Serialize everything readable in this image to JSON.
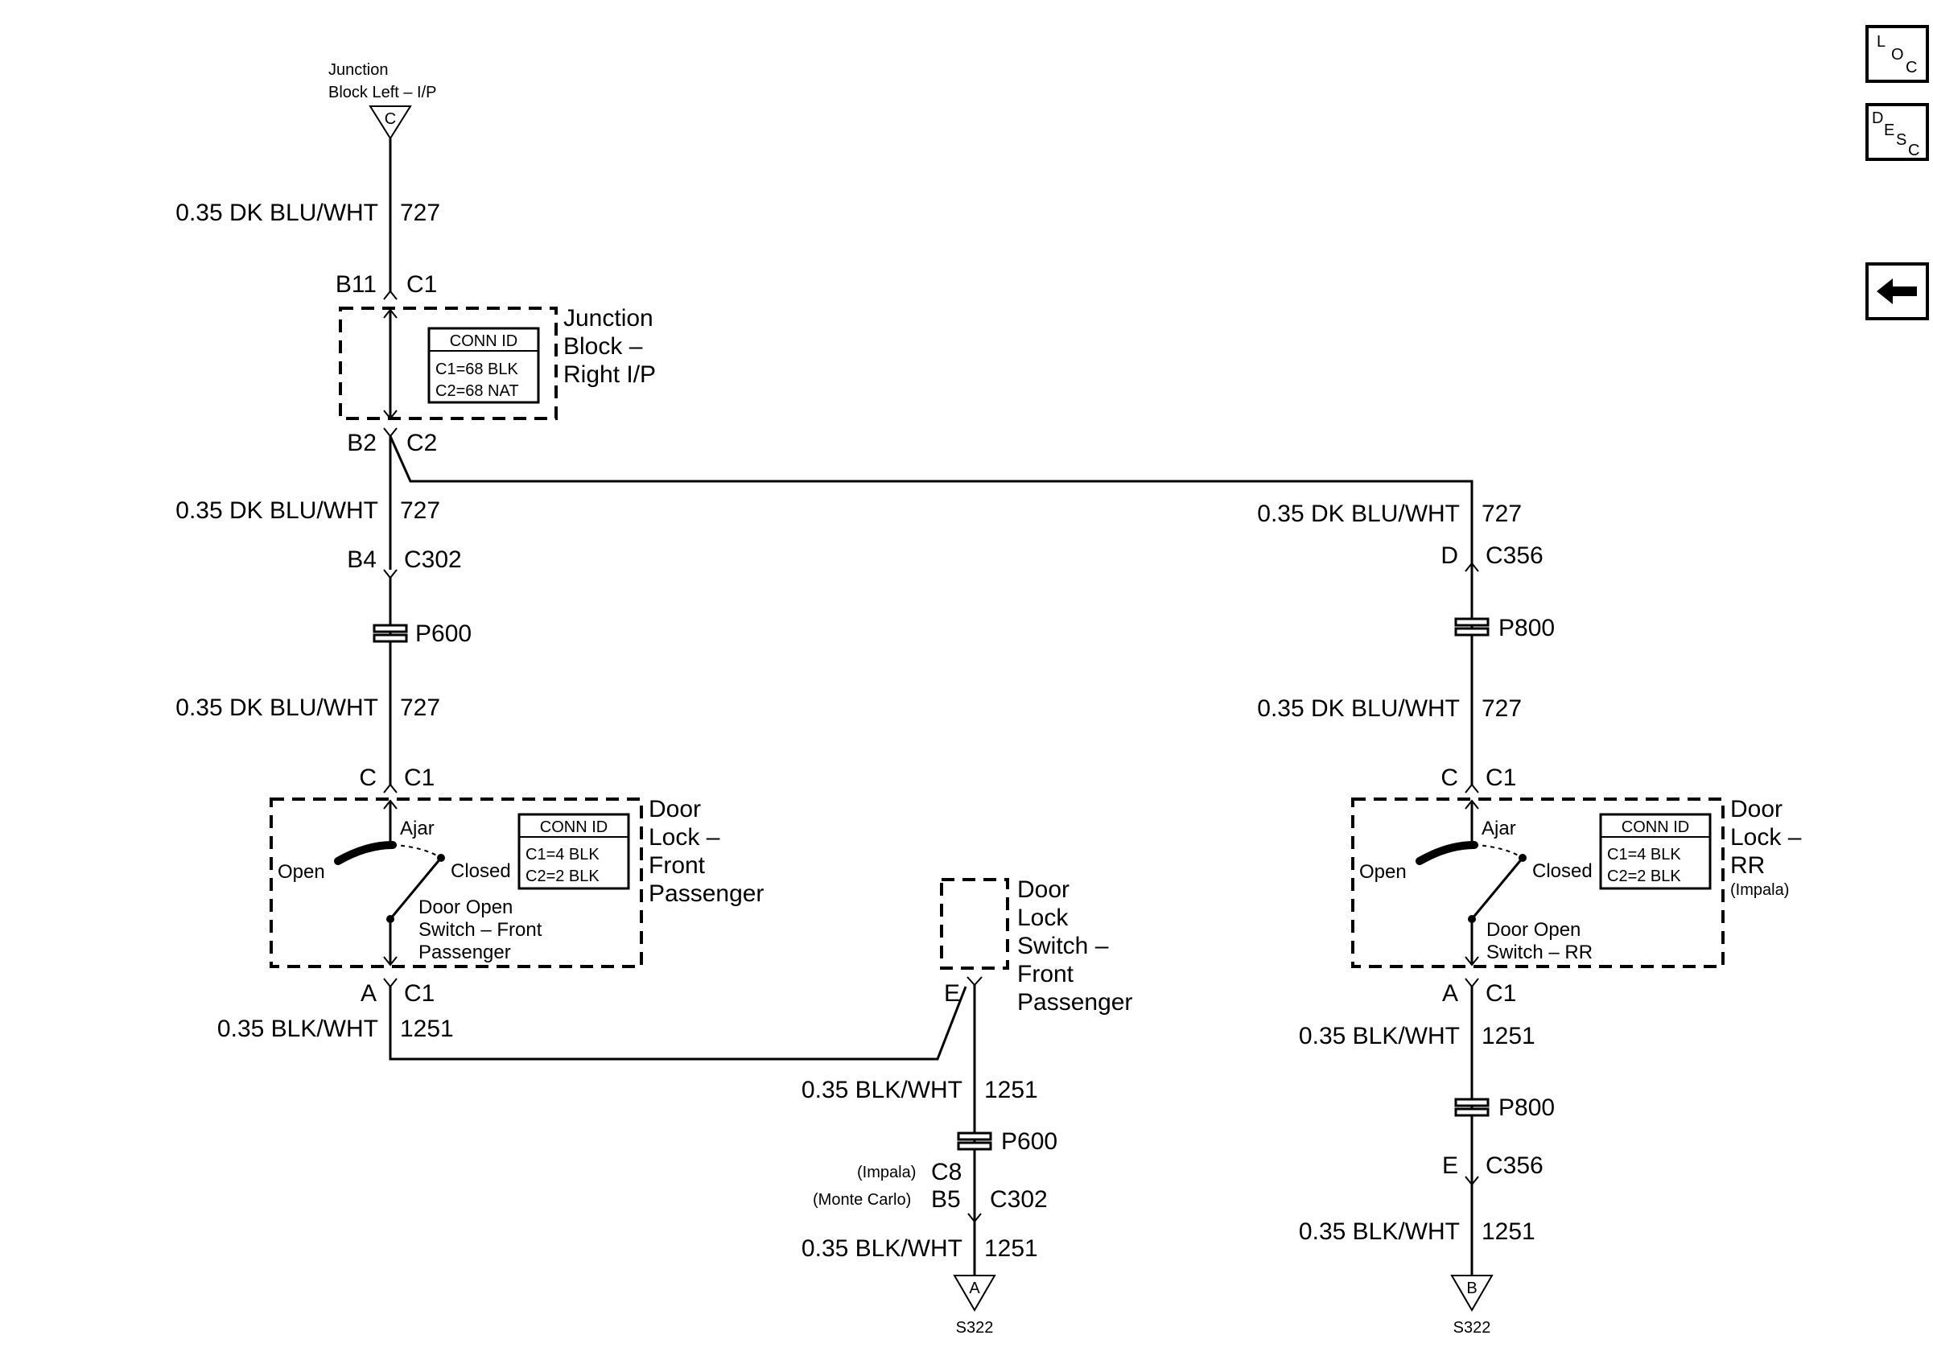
{
  "top_junction": {
    "name_line1": "Junction",
    "name_line2": "Block Left – I/P",
    "terminal": "C"
  },
  "left_branch": {
    "wire_top": {
      "color": "0.35 DK BLU/WHT",
      "circuit": "727"
    },
    "jb_in": {
      "pin": "B11",
      "connector": "C1"
    },
    "junction_block": {
      "name_line1": "Junction",
      "name_line2": "Block –",
      "name_line3": "Right I/P",
      "conn_title": "CONN ID",
      "conn_c1": "C1=68 BLK",
      "conn_c2": "C2=68 NAT"
    },
    "jb_out": {
      "pin": "B2",
      "connector": "C2"
    },
    "wire_2": {
      "color": "0.35 DK BLU/WHT",
      "circuit": "727"
    },
    "c302": {
      "pin": "B4",
      "connector": "C302"
    },
    "splice": "P600",
    "wire_3": {
      "color": "0.35 DK BLU/WHT",
      "circuit": "727"
    },
    "door_in": {
      "pin": "C",
      "connector": "C1"
    },
    "door_lock": {
      "name_line1": "Door",
      "name_line2": "Lock –",
      "name_line3": "Front",
      "name_line4": "Passenger",
      "conn_title": "CONN ID",
      "conn_c1": "C1=4 BLK",
      "conn_c2": "C2=2 BLK",
      "ajar": "Ajar",
      "open": "Open",
      "closed": "Closed",
      "switch_line1": "Door Open",
      "switch_line2": "Switch – Front",
      "switch_line3": "Passenger"
    },
    "door_out": {
      "pin": "A",
      "connector": "C1"
    },
    "wire_4": {
      "color": "0.35 BLK/WHT",
      "circuit": "1251"
    }
  },
  "middle_branch": {
    "switch": {
      "name_line1": "Door",
      "name_line2": "Lock",
      "name_line3": "Switch –",
      "name_line4": "Front",
      "name_line5": "Passenger",
      "pin": "E"
    },
    "wire_1": {
      "color": "0.35 BLK/WHT",
      "circuit": "1251"
    },
    "splice": "P600",
    "impala_note": "(Impala)",
    "impala_pin": "C8",
    "monte_note": "(Monte Carlo)",
    "monte_pin": "B5",
    "connector": "C302",
    "wire_2": {
      "color": "0.35 BLK/WHT",
      "circuit": "1251"
    },
    "ground_terminal": "A",
    "ground_label": "S322"
  },
  "right_branch": {
    "wire_1": {
      "color": "0.35 DK BLU/WHT",
      "circuit": "727"
    },
    "c356_in": {
      "pin": "D",
      "connector": "C356"
    },
    "splice_top": "P800",
    "wire_2": {
      "color": "0.35 DK BLU/WHT",
      "circuit": "727"
    },
    "door_in": {
      "pin": "C",
      "connector": "C1"
    },
    "door_lock": {
      "name_line1": "Door",
      "name_line2": "Lock –",
      "name_line3": "RR",
      "name_line4": "(Impala)",
      "conn_title": "CONN ID",
      "conn_c1": "C1=4 BLK",
      "conn_c2": "C2=2 BLK",
      "ajar": "Ajar",
      "open": "Open",
      "closed": "Closed",
      "switch_line1": "Door Open",
      "switch_line2": "Switch – RR"
    },
    "door_out": {
      "pin": "A",
      "connector": "C1"
    },
    "wire_3": {
      "color": "0.35 BLK/WHT",
      "circuit": "1251"
    },
    "splice_bottom": "P800",
    "c356_out": {
      "pin": "E",
      "connector": "C356"
    },
    "wire_4": {
      "color": "0.35 BLK/WHT",
      "circuit": "1251"
    },
    "ground_terminal": "B",
    "ground_label": "S322"
  },
  "nav": {
    "loc": {
      "l": "L",
      "o": "O",
      "c": "C"
    },
    "desc": {
      "d": "D",
      "e": "E",
      "s": "S",
      "c": "C"
    },
    "back_icon": "arrow-left-icon"
  }
}
